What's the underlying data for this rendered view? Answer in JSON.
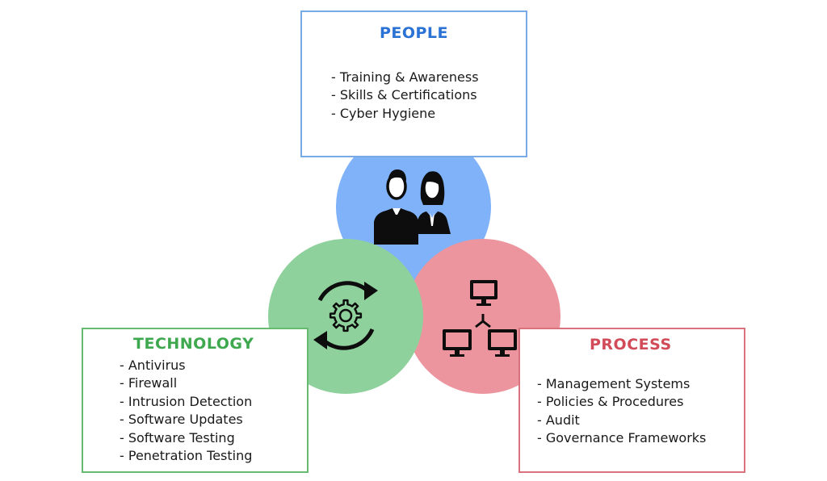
{
  "colors": {
    "people": "#2a72d4",
    "people_border": "#7aaae6",
    "people_circle": "#7fb2f9",
    "technology": "#3ea84e",
    "technology_border": "#66bb70",
    "technology_circle": "#8fd19c",
    "process": "#d14b59",
    "process_border": "#d9727d",
    "process_circle": "#ec959e"
  },
  "people": {
    "title": "PEOPLE",
    "items": [
      "- Training & Awareness",
      "- Skills & Certifications",
      "- Cyber Hygiene"
    ],
    "icon": "businesspeople-icon"
  },
  "technology": {
    "title": "TECHNOLOGY",
    "items": [
      "- Antivirus",
      "- Firewall",
      "- Intrusion Detection",
      "- Software Updates",
      "- Software Testing",
      "- Penetration Testing"
    ],
    "icon": "gear-cycle-icon"
  },
  "process": {
    "title": "PROCESS",
    "items": [
      "- Management Systems",
      "- Policies & Procedures",
      "- Audit",
      "- Governance Frameworks"
    ],
    "icon": "network-computers-icon"
  }
}
